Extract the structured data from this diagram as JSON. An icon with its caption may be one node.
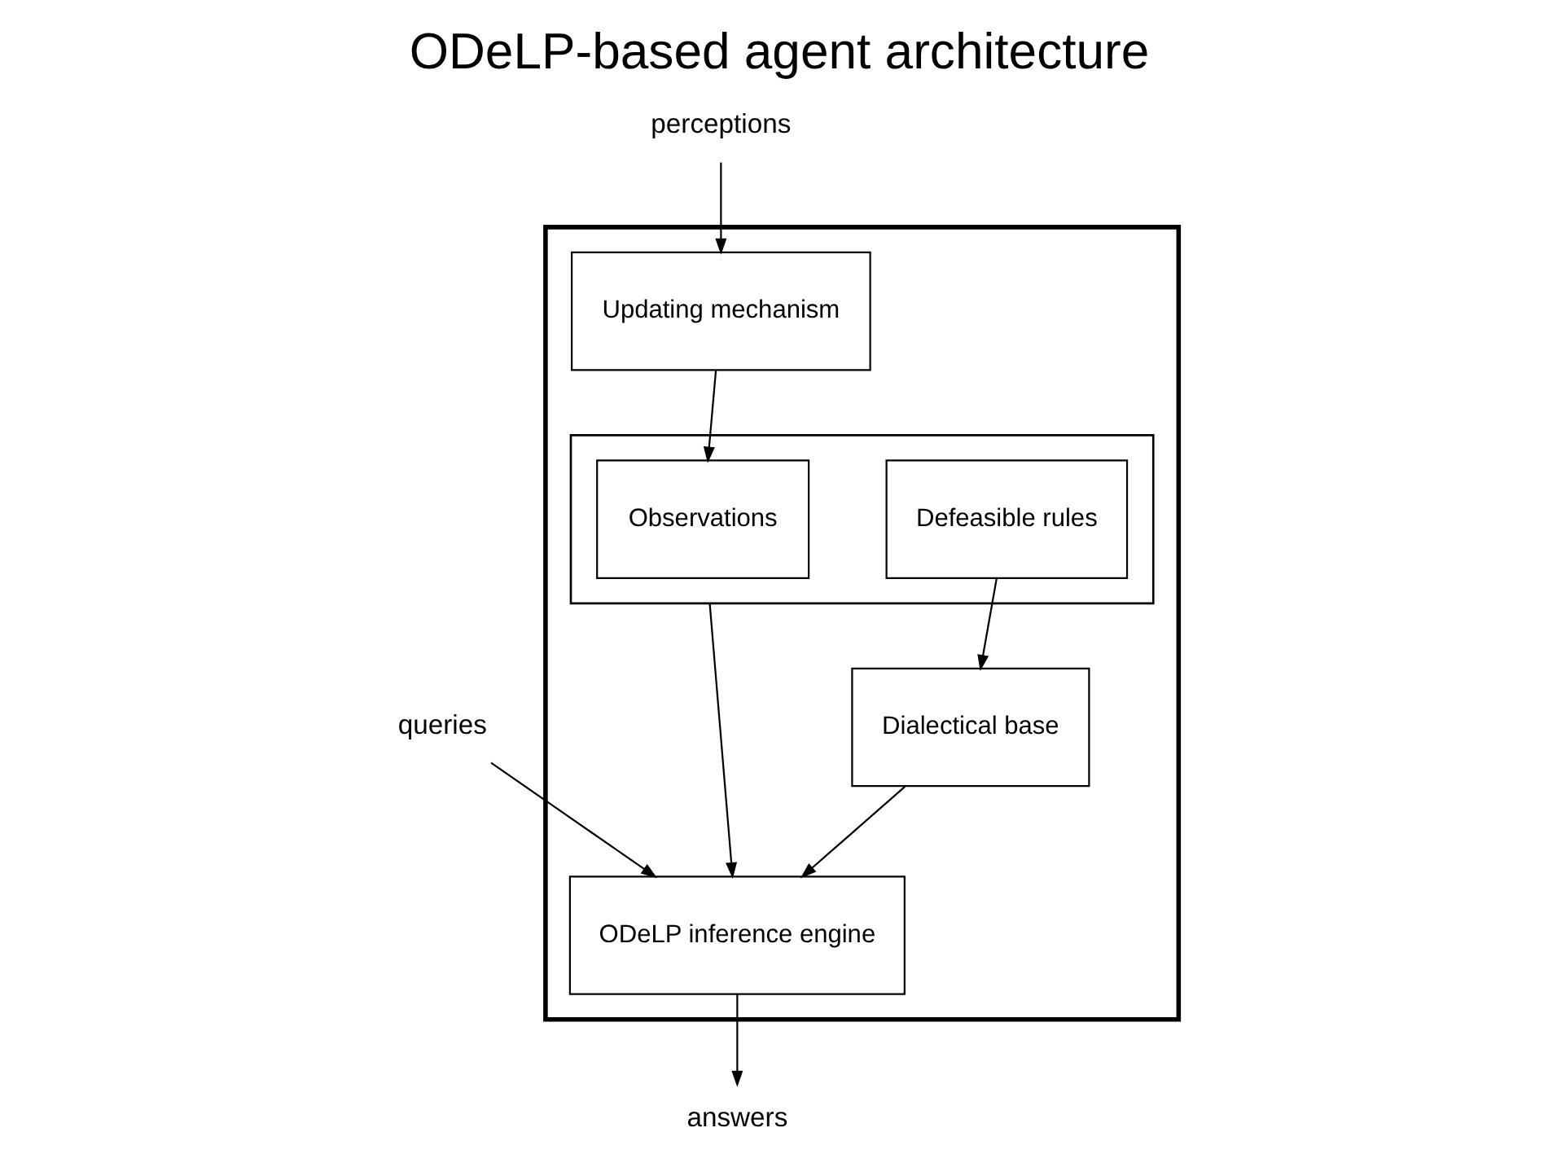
{
  "diagram": {
    "title": "ODeLP-based agent architecture",
    "nodes": [
      {
        "text": [],
        "shape": "box"
      },
      {
        "text": [],
        "shape": "box",
        "in": 0
      },
      {
        "text": [
          "Observations"
        ],
        "in": 1
      },
      {
        "text": [
          "Defeasible rules"
        ],
        "in": 1
      },
      {
        "text": [
          "Updating mechanism"
        ],
        "in": 0
      },
      {
        "text": [
          "Dialectical base"
        ],
        "in": 0
      },
      {
        "text": [
          "ODeLP inference engine"
        ],
        "in": 0
      },
      {
        "text": [
          "perceptions"
        ]
      },
      {
        "text": [
          "queries"
        ]
      },
      {
        "text": [
          "answers"
        ]
      }
    ],
    "edges": [
      {
        "from": 4,
        "to": 2,
        "arrow": "to"
      },
      {
        "from": 7,
        "to": 4,
        "arrow": "to"
      },
      {
        "from": 1,
        "to": 6,
        "arrow": "to"
      },
      {
        "from": 3,
        "to": 5,
        "arrow": "to"
      },
      {
        "from": 5,
        "to": 6,
        "arrow": "to"
      },
      {
        "from": 8,
        "to": 6,
        "arrow": "to"
      },
      {
        "from": 6,
        "to": 9,
        "arrow": "to"
      }
    ]
  }
}
